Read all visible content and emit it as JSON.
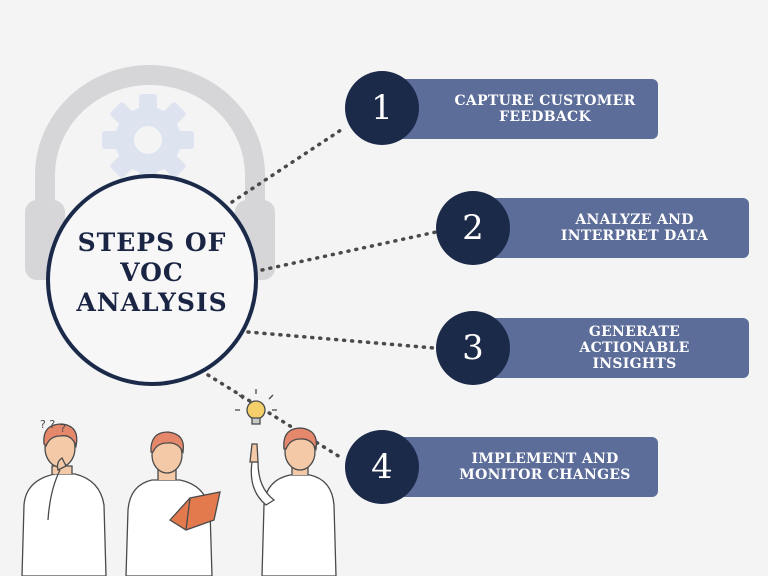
{
  "title_lines": [
    "STEPS OF",
    "VOC",
    "ANALYSIS"
  ],
  "steps": [
    {
      "number": "1",
      "lines": [
        "CAPTURE CUSTOMER",
        "FEEDBACK"
      ]
    },
    {
      "number": "2",
      "lines": [
        "ANALYZE AND",
        "INTERPRET DATA"
      ]
    },
    {
      "number": "3",
      "lines": [
        "GENERATE",
        "ACTIONABLE",
        "INSIGHTS"
      ]
    },
    {
      "number": "4",
      "lines": [
        "IMPLEMENT AND",
        "MONITOR CHANGES"
      ]
    }
  ],
  "colors": {
    "background": "#f4f4f5",
    "navy": "#1c2a4a",
    "bar": "#5d6d99",
    "watermark": "#d6d6d9",
    "gear": "#dde4ef",
    "skin": "#f3c9a8",
    "hair": "#e4876b",
    "shirt": "#ffffff",
    "outline": "#4a4a4a",
    "book": "#e27a4e",
    "bulb": "#f4cf6a"
  },
  "icons": [
    "headphones-watermark-icon",
    "gear-watermark-icon",
    "thinking-person-icon",
    "reading-person-icon",
    "idea-person-icon",
    "lightbulb-icon"
  ]
}
